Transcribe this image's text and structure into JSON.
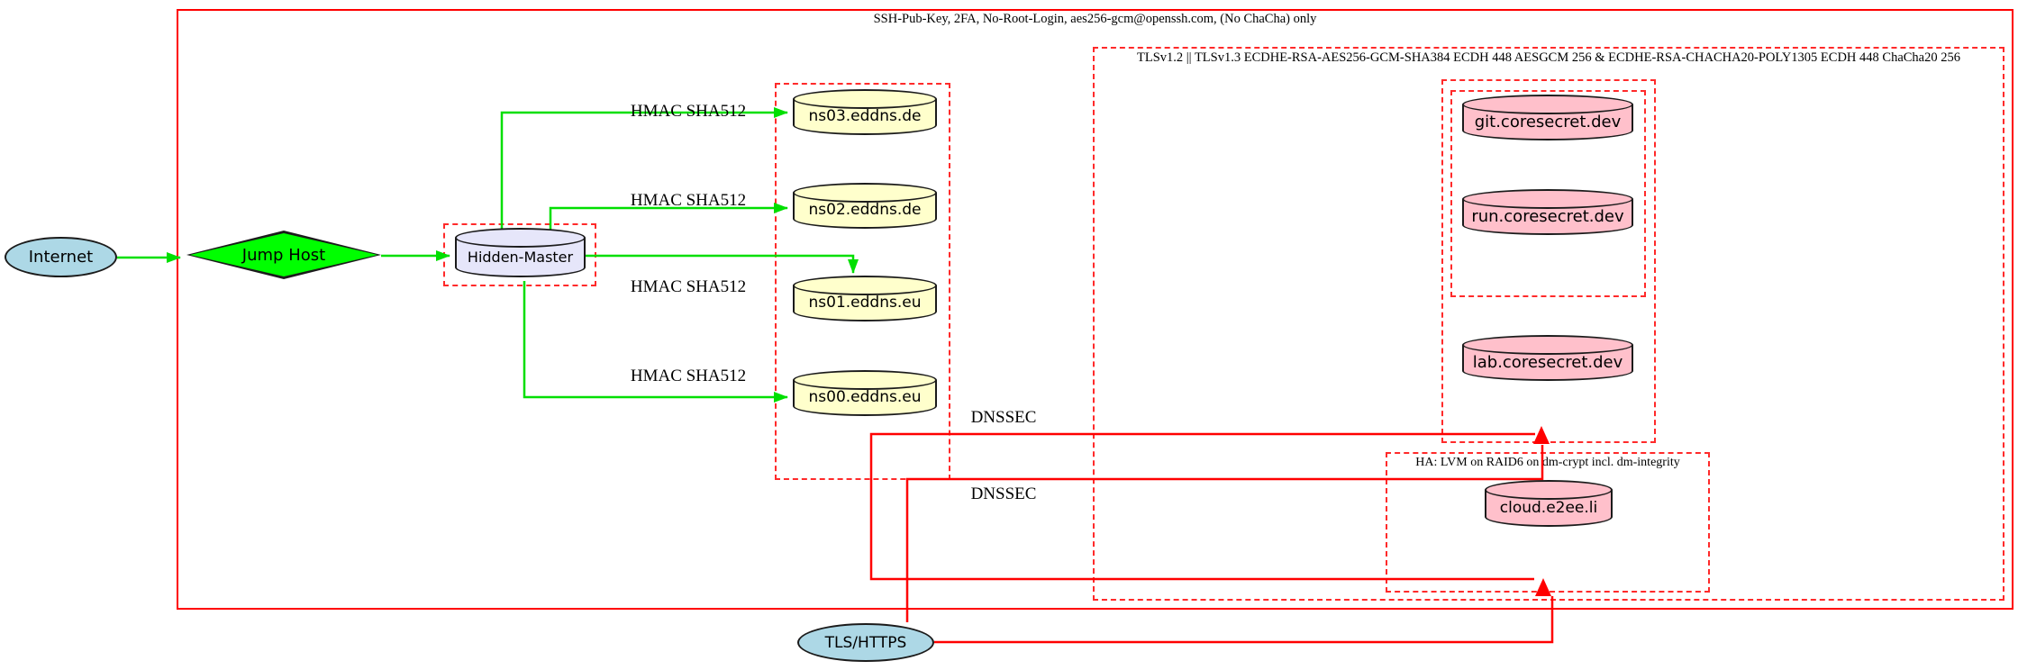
{
  "diagram": {
    "clusters": {
      "ssh": {
        "label": "SSH-Pub-Key, 2FA, No-Root-Login, aes256-gcm@openssh.com, (No ChaCha) only"
      },
      "tls": {
        "label": "TLSv1.2 || TLSv1.3 ECDHE-RSA-AES256-GCM-SHA384 ECDH 448 AESGCM 256 & ECDHE-RSA-CHACHA20-POLY1305 ECDH 448 ChaCha20 256"
      },
      "ha": {
        "label": "HA: LVM on RAID6 on dm-crypt incl. dm-integrity"
      }
    },
    "nodes": {
      "internet": {
        "label": "Internet",
        "shape": "ellipse",
        "fill": "#ADD8E6"
      },
      "jump_host": {
        "label": "Jump Host",
        "shape": "diamond",
        "fill": "#00FF00"
      },
      "hidden_master": {
        "label": "Hidden-Master",
        "shape": "cylinder",
        "fill": "#E6E6FA"
      },
      "ns03": {
        "label": "ns03.eddns.de",
        "shape": "cylinder",
        "fill": "#FFFFCC"
      },
      "ns02": {
        "label": "ns02.eddns.de",
        "shape": "cylinder",
        "fill": "#FFFFCC"
      },
      "ns01": {
        "label": "ns01.eddns.eu",
        "shape": "cylinder",
        "fill": "#FFFFCC"
      },
      "ns00": {
        "label": "ns00.eddns.eu",
        "shape": "cylinder",
        "fill": "#FFFFCC"
      },
      "git": {
        "label": "git.coresecret.dev",
        "shape": "cylinder",
        "fill": "#FFC0CB"
      },
      "run": {
        "label": "run.coresecret.dev",
        "shape": "cylinder",
        "fill": "#FFC0CB"
      },
      "lab": {
        "label": "lab.coresecret.dev",
        "shape": "cylinder",
        "fill": "#FFC0CB"
      },
      "cloud": {
        "label": "cloud.e2ee.li",
        "shape": "cylinder",
        "fill": "#FFC0CB"
      },
      "tls_https": {
        "label": "TLS/HTTPS",
        "shape": "ellipse",
        "fill": "#ADD8E6"
      }
    },
    "edge_labels": {
      "hmac1": "HMAC SHA512",
      "hmac2": "HMAC SHA512",
      "hmac3": "HMAC SHA512",
      "hmac4": "HMAC SHA512",
      "dnssec1": "DNSSEC",
      "dnssec2": "DNSSEC"
    },
    "colors": {
      "edge_green": "#00DF00",
      "edge_red": "#FF0000",
      "cluster_border_red": "#FF2A2A",
      "node_border": "#1B1B1B",
      "node_blue": "#ADD8E6",
      "node_green": "#00FF00",
      "node_lavender": "#E6E6FA",
      "node_yellow": "#FFFFCC",
      "node_pink": "#FFC0CB"
    }
  }
}
